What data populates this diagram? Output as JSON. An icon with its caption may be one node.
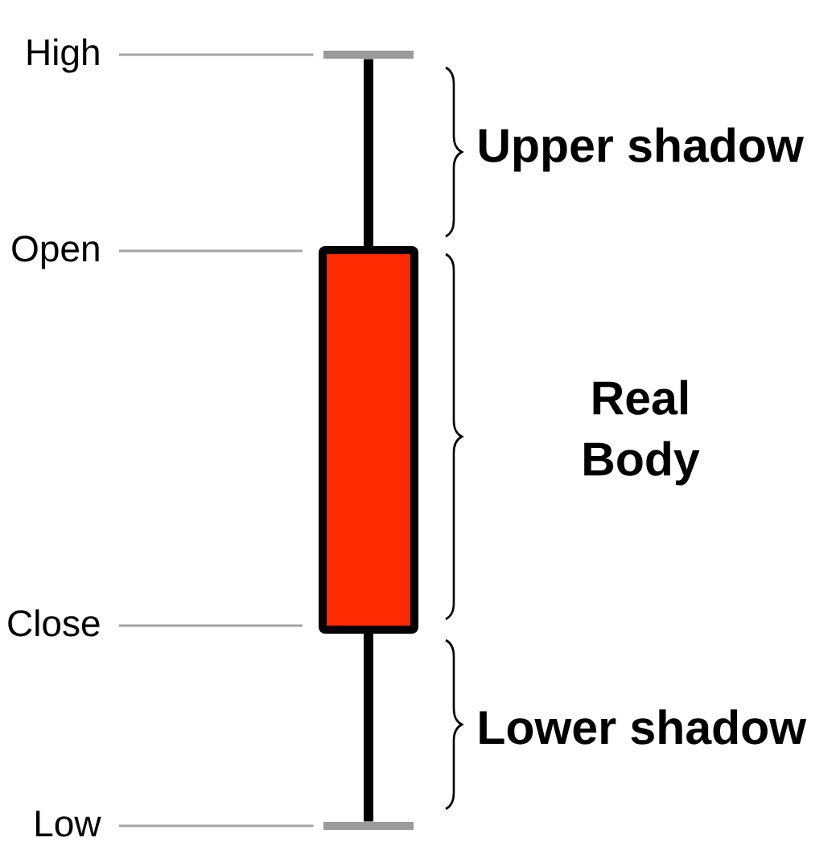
{
  "diagram": {
    "nodes": [
      {
        "text": [
          "High"
        ]
      },
      {
        "text": [
          "Open"
        ]
      },
      {
        "text": [
          "Close"
        ]
      },
      {
        "text": [
          "Low"
        ]
      },
      {
        "text": [],
        "shape": "bar"
      },
      {
        "text": [],
        "shape": "box"
      },
      {
        "text": [],
        "shape": "bar"
      }
    ],
    "edges": [
      {
        "from": 0,
        "to": 4,
        "arrow": "none"
      },
      {
        "from": 1,
        "to": 5,
        "arrow": "none"
      },
      {
        "from": 2,
        "to": 5,
        "arrow": "none"
      },
      {
        "from": 3,
        "to": 6,
        "arrow": "none"
      },
      {
        "from": 4,
        "to": 5,
        "arrow": "none",
        "style": "thick",
        "color": "#000000"
      },
      {
        "from": 5,
        "to": 6,
        "arrow": "none",
        "style": "thick",
        "color": "#000000"
      }
    ],
    "labels": [
      "Upper shadow",
      "Real Body",
      "Lower shadow"
    ]
  }
}
